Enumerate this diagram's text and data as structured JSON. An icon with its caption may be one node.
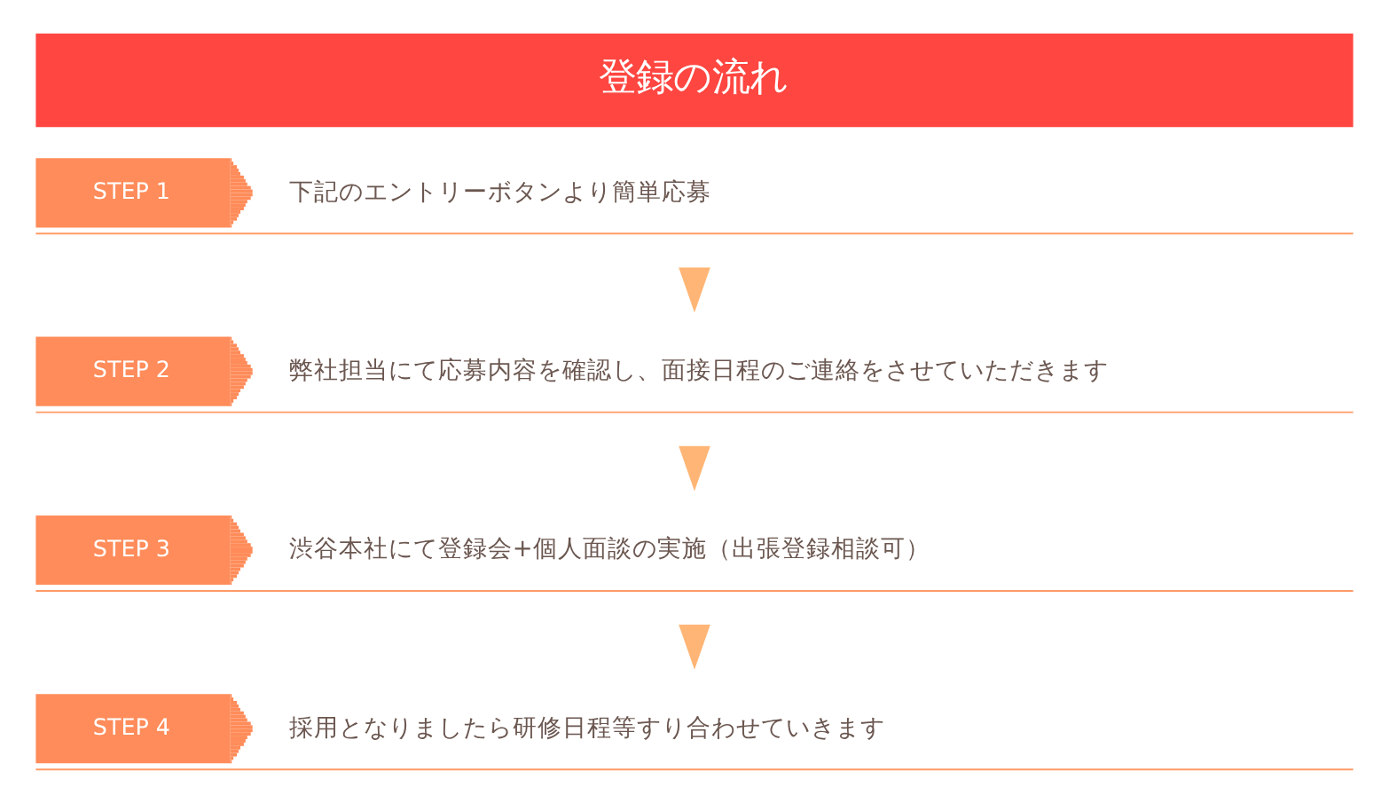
{
  "diagram": {
    "title": "登録の流れ",
    "nodes": [
      {
        "text": [
          "STEP 1",
          "下記のエントリーボタンより簡単応募"
        ]
      },
      {
        "text": [
          "STEP 2",
          "弊社担当にて応募内容を確認し、面接日程のご連絡をさせていただきます"
        ]
      },
      {
        "text": [
          "STEP 3",
          "渋谷本社にて登録会+個人面談の実施（出張登録相談可）"
        ]
      },
      {
        "text": [
          "STEP 4",
          "採用となりましたら研修日程等すり合わせていきます"
        ]
      }
    ],
    "edges": [
      {
        "from": 0,
        "to": 1,
        "arrow": "to"
      },
      {
        "from": 1,
        "to": 2,
        "arrow": "to"
      },
      {
        "from": 2,
        "to": 3,
        "arrow": "to"
      }
    ]
  }
}
